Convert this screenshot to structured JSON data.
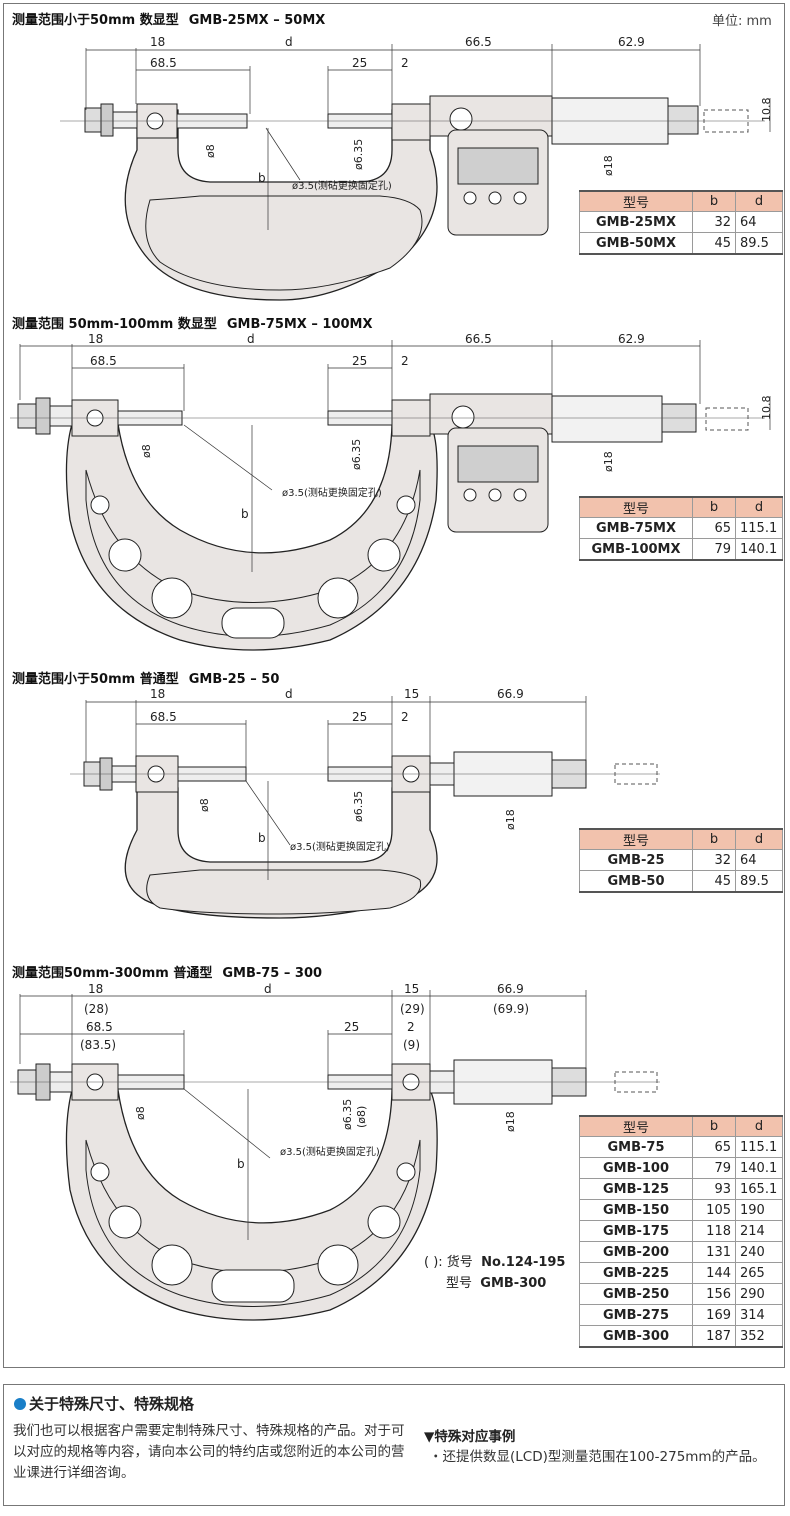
{
  "unit": "单位: mm",
  "sections": [
    {
      "title": "测量范围小于50mm 数显型",
      "model": "GMB-25MX – 50MX"
    },
    {
      "title": "测量范围 50mm-100mm 数显型",
      "model": "GMB-75MX – 100MX"
    },
    {
      "title": "测量范围小于50mm 普通型",
      "model": "GMB-25 – 50"
    },
    {
      "title": "测量范围50mm-300mm 普通型",
      "model": "GMB-75 – 300"
    }
  ],
  "dims": {
    "d18": "18",
    "d685": "68.5",
    "dd": "d",
    "d25": "25",
    "d2": "2",
    "d665": "66.5",
    "d629": "62.9",
    "d15": "15",
    "d669": "66.9",
    "p28": "(28)",
    "p835": "(83.5)",
    "p29": "(29)",
    "p699": "(69.9)",
    "p9": "(9)",
    "p8": "(ø8)",
    "o8": "ø8",
    "o635": "ø6.35",
    "o18": "ø18",
    "hole": "ø3.5(测砧更换固定孔)",
    "b": "b",
    "d108": "10.8"
  },
  "table_header": {
    "model": "型号",
    "b": "b",
    "d": "d"
  },
  "tables": [
    [
      [
        "GMB-25MX",
        "32",
        "64"
      ],
      [
        "GMB-50MX",
        "45",
        "89.5"
      ]
    ],
    [
      [
        "GMB-75MX",
        "65",
        "115.1"
      ],
      [
        "GMB-100MX",
        "79",
        "140.1"
      ]
    ],
    [
      [
        "GMB-25",
        "32",
        "64"
      ],
      [
        "GMB-50",
        "45",
        "89.5"
      ]
    ],
    [
      [
        "GMB-75",
        "65",
        "115.1"
      ],
      [
        "GMB-100",
        "79",
        "140.1"
      ],
      [
        "GMB-125",
        "93",
        "165.1"
      ],
      [
        "GMB-150",
        "105",
        "190"
      ],
      [
        "GMB-175",
        "118",
        "214"
      ],
      [
        "GMB-200",
        "131",
        "240"
      ],
      [
        "GMB-225",
        "144",
        "265"
      ],
      [
        "GMB-250",
        "156",
        "290"
      ],
      [
        "GMB-275",
        "169",
        "314"
      ],
      [
        "GMB-300",
        "187",
        "352"
      ]
    ]
  ],
  "note": {
    "line1_prefix": "( ): 货号",
    "line1_value": "No.124-195",
    "line2_prefix": "型号",
    "line2_value": "GMB-300"
  },
  "bottom": {
    "title": "关于特殊尺寸、特殊规格",
    "text": "我们也可以根据客户需要定制特殊尺寸、特殊规格的产品。对于可以对应的规格等内容，请向本公司的特约店或您附近的本公司的营业课进行详细咨询。",
    "right_title": "▼特殊对应事例",
    "right_item": "・还提供数显(LCD)型测量范围在100-275mm的产品。"
  }
}
